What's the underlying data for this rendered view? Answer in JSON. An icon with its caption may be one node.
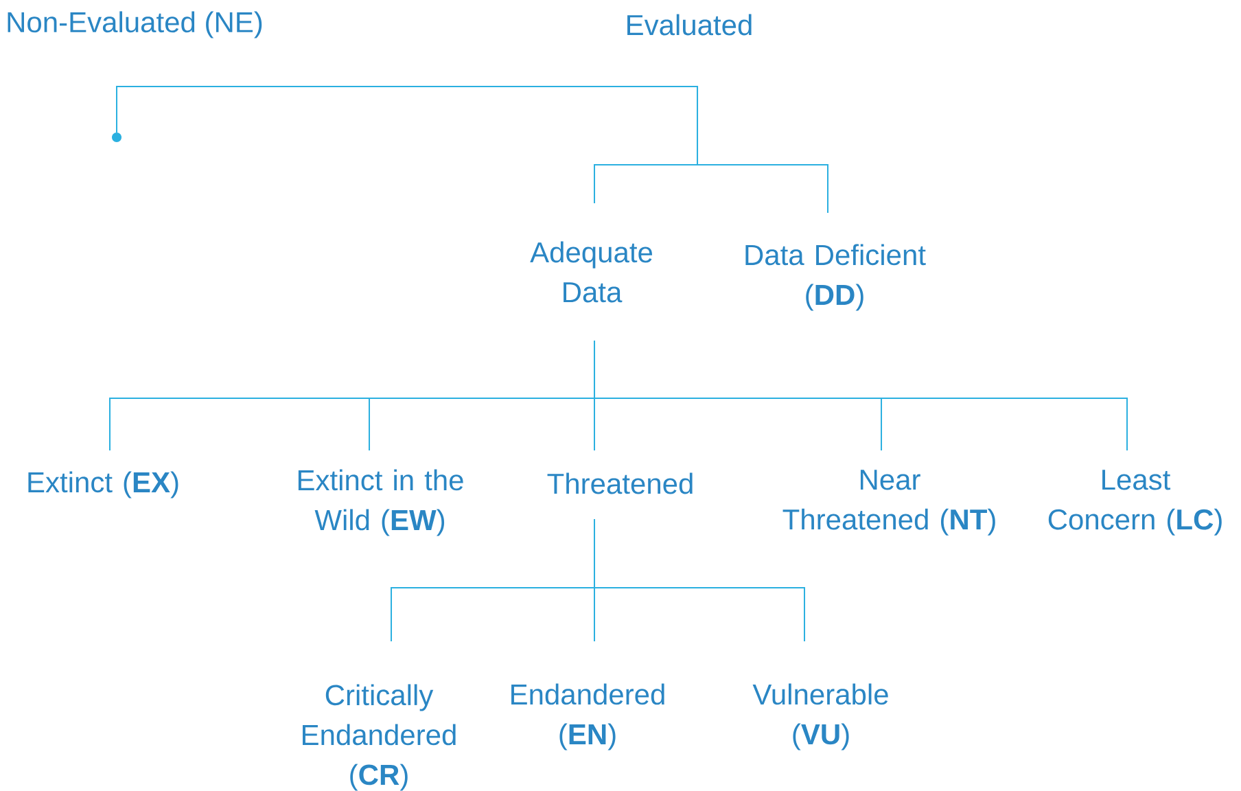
{
  "diagram": {
    "nodes": [
      {
        "text": [],
        "shape": "circle"
      },
      {
        "text": [
          "Adequate Data"
        ]
      },
      {
        "text": [
          "Data Deficient (**DD**)"
        ]
      },
      {
        "text": [
          "Extinct (**EX**)"
        ]
      },
      {
        "text": [
          "Extinct in the Wild (**EW**)"
        ]
      },
      {
        "text": [
          "Threatened"
        ]
      },
      {
        "text": [
          "Near Threatened (**NT**)"
        ]
      },
      {
        "text": [
          "Least Concern (**LC**)"
        ]
      },
      {
        "text": [
          "Critically Endandered (**CR**)"
        ]
      },
      {
        "text": [
          "Endandered (**EN**)"
        ]
      },
      {
        "text": [
          "Vulnerable (**VU**)"
        ]
      }
    ],
    "edges": [
      {
        "from": 0,
        "to": 1,
        "arrow": "none"
      },
      {
        "from": 0,
        "to": 2,
        "arrow": "none"
      },
      {
        "from": 1,
        "to": 3,
        "arrow": "none"
      },
      {
        "from": 1,
        "to": 4,
        "arrow": "none"
      },
      {
        "from": 1,
        "to": 5,
        "arrow": "none"
      },
      {
        "from": 1,
        "to": 6,
        "arrow": "none"
      },
      {
        "from": 1,
        "to": 7,
        "arrow": "none"
      },
      {
        "from": 5,
        "to": 8,
        "arrow": "none"
      },
      {
        "from": 5,
        "to": 9,
        "arrow": "none"
      },
      {
        "from": 5,
        "to": 10,
        "arrow": "none"
      }
    ],
    "labels": [
      "Non-Evaluated (NE)",
      "Evaluated"
    ]
  }
}
